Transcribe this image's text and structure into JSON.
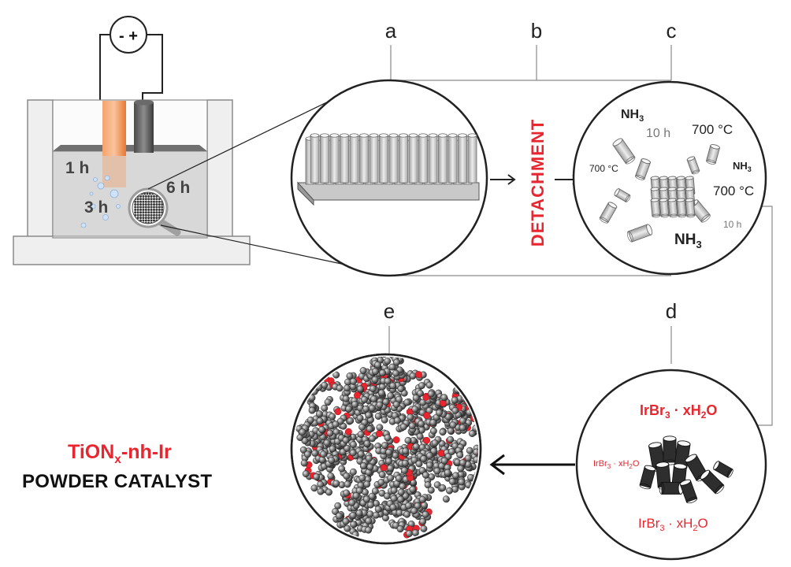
{
  "colors": {
    "accent_red": "#e8262f",
    "text_dark": "#111111",
    "line_gray": "#7a7a7a",
    "orange_electrode": "#f08a4b"
  },
  "power_supply": {
    "symbol": "- +"
  },
  "bath_times": {
    "t1": "1 h",
    "t2": "3 h",
    "t3": "6 h"
  },
  "step_labels": {
    "a": "a",
    "b": "b",
    "c": "c",
    "d": "d",
    "e": "e"
  },
  "step_b": {
    "text": "DETACHMENT"
  },
  "step_c": {
    "nh3_a": "NH",
    "nh3_a_sub": "3",
    "time_a": "10 h",
    "temp_a": "700 °C",
    "temp_b": "700 °C",
    "nh3_b": "NH",
    "nh3_b_sub": "3",
    "temp_c": "700 °C",
    "time_b": "10 h",
    "nh3_c": "NH",
    "nh3_c_sub": "3"
  },
  "step_d": {
    "precursor_a_base": "IrBr",
    "precursor_a_sub1": "3",
    "precursor_a_mid": " · xH",
    "precursor_a_sub2": "2",
    "precursor_a_end": "O",
    "precursor_b_base": "IrBr",
    "precursor_b_sub1": "3",
    "precursor_b_mid": " · xH",
    "precursor_b_sub2": "2",
    "precursor_b_end": "O",
    "precursor_c_base": "IrBr",
    "precursor_c_sub1": "3",
    "precursor_c_mid": " · xH",
    "precursor_c_sub2": "2",
    "precursor_c_end": "O"
  },
  "product": {
    "name_base": "TiON",
    "name_sub": "x",
    "name_suffix": "-nh-Ir",
    "description": "POWDER CATALYST"
  }
}
